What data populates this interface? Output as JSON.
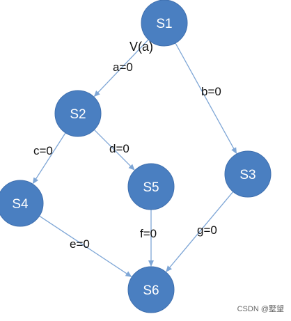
{
  "diagram": {
    "nodes": [
      {
        "id": "S1",
        "label": "S1"
      },
      {
        "id": "S2",
        "label": "S2"
      },
      {
        "id": "S3",
        "label": "S3"
      },
      {
        "id": "S4",
        "label": "S4"
      },
      {
        "id": "S5",
        "label": "S5"
      },
      {
        "id": "S6",
        "label": "S6"
      }
    ],
    "edges": [
      {
        "from": "S1",
        "to": "S2",
        "label": "a=0"
      },
      {
        "from": "S1",
        "to": "S3",
        "label": "b=0"
      },
      {
        "from": "S2",
        "to": "S4",
        "label": "c=0"
      },
      {
        "from": "S2",
        "to": "S5",
        "label": "d=0"
      },
      {
        "from": "S4",
        "to": "S6",
        "label": "e=0"
      },
      {
        "from": "S5",
        "to": "S6",
        "label": "f=0"
      },
      {
        "from": "S3",
        "to": "S6",
        "label": "g=0"
      }
    ],
    "annotation": "V(a)",
    "colors": {
      "node_fill": "#4a7fc1",
      "node_stroke": "#3f6fae",
      "edge": "#7ea6d6"
    }
  },
  "watermark": "CSDN @墅望"
}
